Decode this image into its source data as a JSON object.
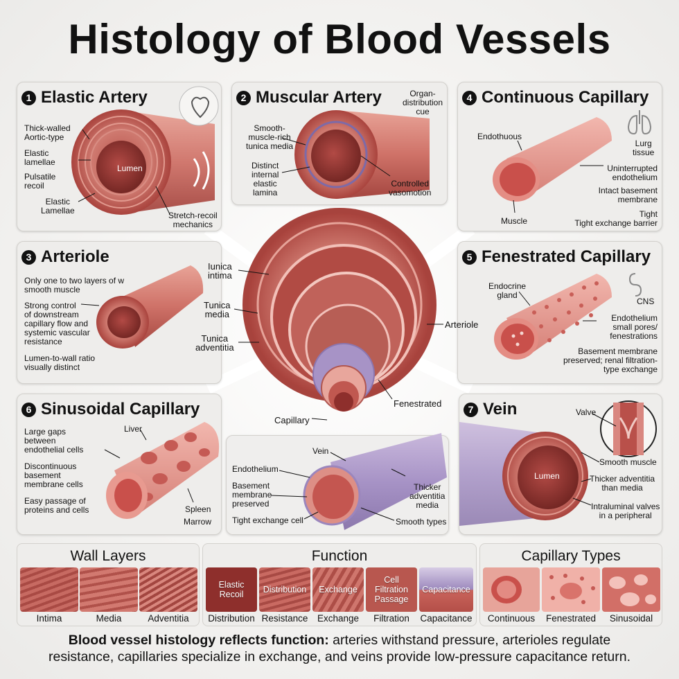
{
  "title": "Histology of Blood Vessels",
  "panels": {
    "elastic_artery": {
      "number": "1",
      "title": "Elastic Artery",
      "labels": {
        "thick_walled": "Thick-walled\nAortic-type",
        "elastic_lamellae_1": "Elastic\nlamellae",
        "pulsatile": "Pulsatile\nrecoil",
        "elastic_lamellae_2": "Elastic\nLamellae",
        "lumen": "Lumen",
        "stretch": "Stretch-recoil\nmechanics"
      },
      "icon": "heart-icon"
    },
    "muscular_artery": {
      "number": "2",
      "title": "Muscular Artery",
      "labels": {
        "organ": "Organ-\ndistribution\ncue",
        "smooth": "Smooth-\nmuscle-rich\ntunica media",
        "distinct": "Distinct\ninternal\nelastic\nlamina",
        "controlled": "Controlled\nvasomotion"
      }
    },
    "continuous_capillary": {
      "number": "4",
      "title": "Continuous Capillary",
      "labels": {
        "endothuous": "Endothuous",
        "lurg": "Lurg\ntissue",
        "uninterrupted": "Uninterrupted\nendothelium",
        "intact": "Intact basement\nmembrane",
        "tight": "Tight\nTight exchange barrier",
        "muscle": "Muscle"
      },
      "icon": "lungs-icon"
    },
    "arteriole": {
      "number": "3",
      "title": "Arteriole",
      "labels": {
        "only": "Only one to two layers of w\nsmooth muscle",
        "strong": "Strong control\nof downstream\ncapillary flow and\nsystemic vascular\nresistance",
        "ratio": "Lumen-to-wall ratio\nvisually distinct"
      }
    },
    "fenestrated_capillary": {
      "number": "5",
      "title": "Fenestrated Capillary",
      "labels": {
        "endocrine": "Endocrine\ngland",
        "cns": "CNS",
        "small_pores": "Endothelium\nsmall pores/\nfenestrations",
        "basement": "Basement membrane\npreserved; renal filtration-\ntype exchange"
      },
      "icon": "intestine-icon"
    },
    "sinusoidal_capillary": {
      "number": "6",
      "title": "Sinusoidal Capillary",
      "labels": {
        "large_gaps": "Large gaps\nbetween\nendothelial cells",
        "discontinuous": "Discontinuous\nbasement\nmembrane cells",
        "easy": "Easy passage of\nproteins and cells",
        "liver": "Liver",
        "spleen": "Spleen",
        "marrow": "Marrow"
      }
    },
    "vein": {
      "number": "7",
      "title": "Vein",
      "labels": {
        "valve": "Valve",
        "lumen": "Lumen",
        "smooth_muscle": "Smooth muscle",
        "thicker": "Thicker adventitia\nthan media",
        "intraluminal": "Intraluminal valves\nin a peripheral"
      }
    },
    "center": {
      "labels": {
        "intima": "Iunica\nintima",
        "media": "Tunica\nmedia",
        "adventitia": "Tunica\nadventitia",
        "arteriole": "Arteriole",
        "fenestrated": "Fenestrated",
        "capillary": "Capillary"
      }
    },
    "vein_center": {
      "labels": {
        "vein": "Vein",
        "endothelium": "Endothelium",
        "basement": "Basement\nmembrane\npreserved",
        "tight": "Tight exchange cell",
        "thicker": "Thicker\nadventitia\nmedia",
        "smooth": "Smooth types"
      }
    }
  },
  "bottom_panels": {
    "wall_layers": {
      "title": "Wall Layers",
      "items": [
        "Intima",
        "Media",
        "Adventitia"
      ]
    },
    "function": {
      "title": "Function",
      "tiles": [
        "Elastic\nRecoil",
        "Distribution",
        "Exchange",
        "Cell\nFiltration\nPassage",
        "Capacitance"
      ],
      "items": [
        "Distribution",
        "Resistance",
        "Exchange",
        "Filtration",
        "Capacitance"
      ]
    },
    "capillary_types": {
      "title": "Capillary Types",
      "items": [
        "Continuous",
        "Fenestrated",
        "Sinusoidal"
      ]
    }
  },
  "footer": {
    "bold": "Blood vessel histology reflects function:",
    "line1_rest": " arteries withstand pressure, arterioles regulate",
    "line2": "resistance, capillaries specialize in exchange, and veins provide low-pressure capacitance return."
  },
  "colors": {
    "vessel_dark": "#a84a44",
    "vessel_mid": "#c96a62",
    "vessel_light": "#e7a49a",
    "lumen": "#8e2f2c",
    "vein_purple": "#a793c6",
    "panel_bg": "#eeedeb"
  }
}
